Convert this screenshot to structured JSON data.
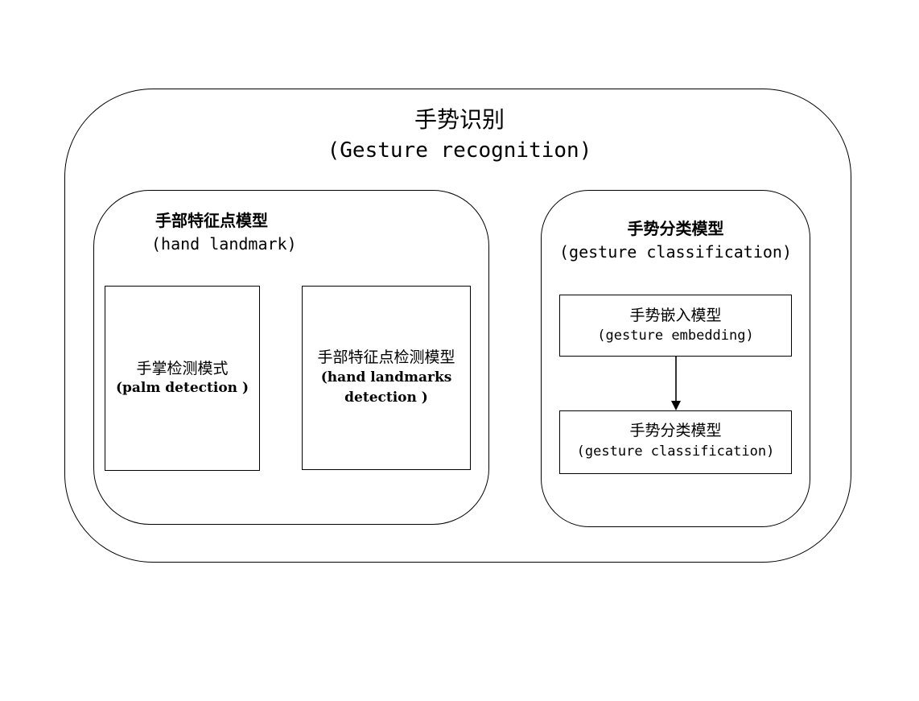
{
  "gesture_recognition": {
    "title": "手势识别",
    "subtitle": "(Gesture recognition)"
  },
  "hand_landmark": {
    "title": "手部特征点模型",
    "subtitle": "(hand landmark)",
    "palm_detection": {
      "title": "手掌检测模式",
      "subtitle": "(palm detection )"
    },
    "landmark_detection": {
      "title": "手部特征点检测模型",
      "subtitle_line1": "(hand landmarks",
      "subtitle_line2": "detection )"
    }
  },
  "gesture_classification": {
    "title": "手势分类模型",
    "subtitle": "(gesture classification)",
    "embedding": {
      "title": "手势嵌入模型",
      "subtitle": "(gesture embedding)"
    },
    "classifier": {
      "title": "手势分类模型",
      "subtitle": "(gesture classification)"
    }
  }
}
